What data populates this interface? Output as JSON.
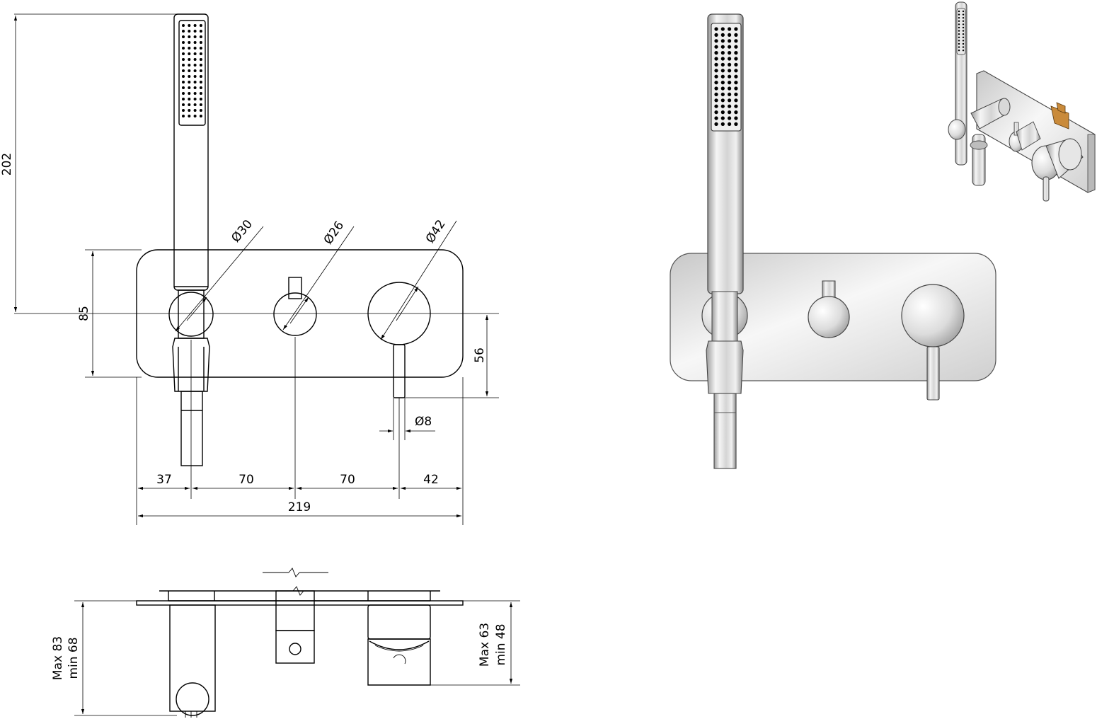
{
  "dimensions": {
    "height_total": "202",
    "plate_height": "85",
    "lever_drop": "56",
    "dia_holder": "Ø30",
    "dia_diverter": "Ø26",
    "dia_mixer": "Ø42",
    "dia_lever": "Ø8",
    "seg_1": "37",
    "seg_2": "70",
    "seg_3": "70",
    "seg_4": "42",
    "overall_width": "219"
  },
  "depth": {
    "left_max": "Max 83",
    "left_min": "min 68",
    "right_max": "Max 63",
    "right_min": "min 48"
  },
  "colors": {
    "line": "#000000",
    "steel_light": "#f2f2f2",
    "steel_mid": "#c9c9c9",
    "steel_dark": "#8a8a8a",
    "brass": "#c98a3a"
  }
}
